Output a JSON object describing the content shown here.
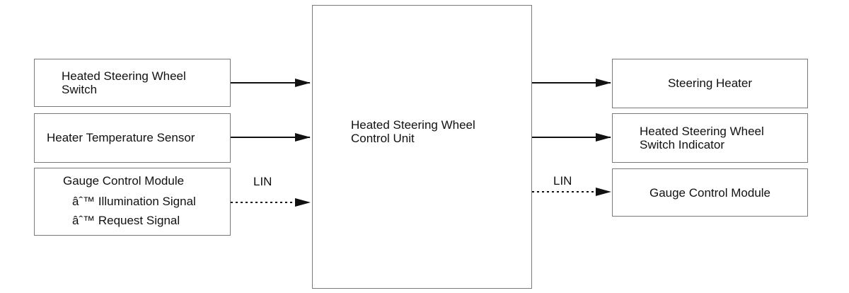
{
  "control_unit": {
    "line1": "Heated Steering Wheel",
    "line2": "Control Unit"
  },
  "inputs": [
    {
      "lines": [
        "Heated Steering Wheel",
        "Switch"
      ]
    },
    {
      "lines": [
        "Heater Temperature Sensor"
      ]
    },
    {
      "title": "Gauge Control Module",
      "items": [
        "âˆ™ Illumination Signal",
        "âˆ™ Request Signal"
      ]
    }
  ],
  "outputs": [
    {
      "lines": [
        "Steering Heater"
      ]
    },
    {
      "lines": [
        "Heated Steering Wheel",
        "Switch Indicator"
      ]
    },
    {
      "lines": [
        "Gauge Control Module"
      ]
    }
  ],
  "links": {
    "input_lin_label": "LIN",
    "output_lin_label": "LIN"
  },
  "colors": {
    "box_border": "#7a7a7a",
    "line": "#111111"
  }
}
